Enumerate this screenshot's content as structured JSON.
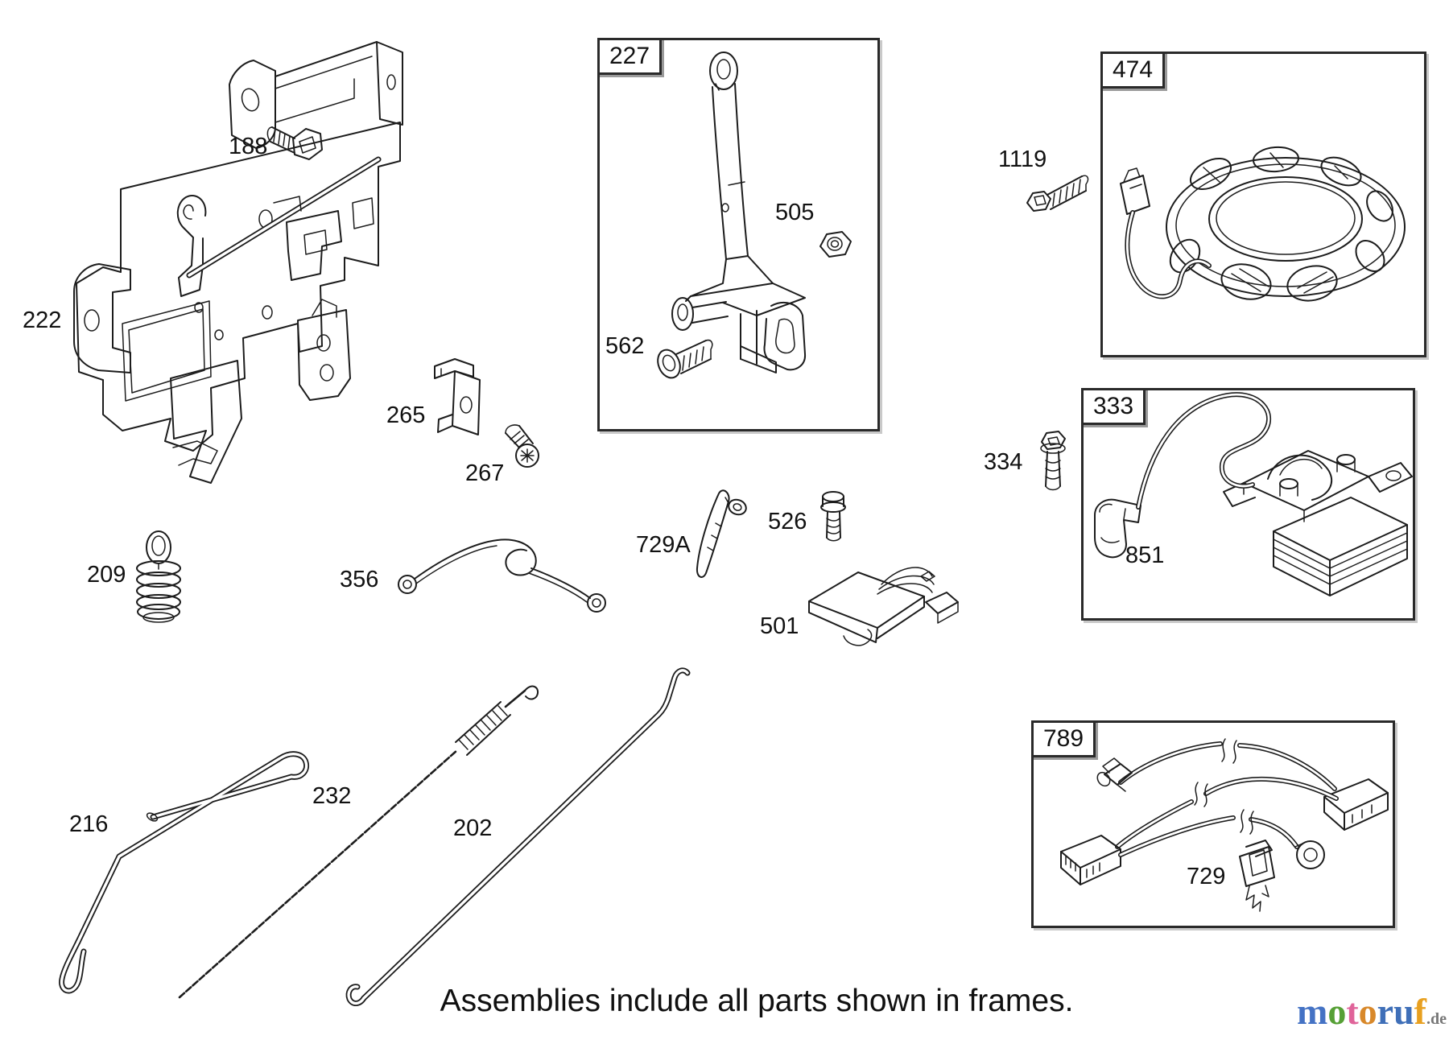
{
  "frames": {
    "f227": "227",
    "f474": "474",
    "f333": "333",
    "f789": "789"
  },
  "parts": {
    "p188": "188",
    "p222": "222",
    "p562": "562",
    "p505": "505",
    "p1119": "1119",
    "p334": "334",
    "p851": "851",
    "p265": "265",
    "p267": "267",
    "p209": "209",
    "p356": "356",
    "p729a": "729A",
    "p526": "526",
    "p501": "501",
    "p216": "216",
    "p232": "232",
    "p202": "202",
    "p729": "729"
  },
  "note": "Assemblies include all parts shown in frames.",
  "logo": {
    "letters": [
      {
        "char": "m",
        "color": "#4472c4"
      },
      {
        "char": "o",
        "color": "#56a036"
      },
      {
        "char": "t",
        "color": "#e0649a"
      },
      {
        "char": "o",
        "color": "#d8882a"
      },
      {
        "char": "r",
        "color": "#3f6fb8"
      },
      {
        "char": "u",
        "color": "#3f6fb8"
      },
      {
        "char": "f",
        "color": "#e8a020"
      }
    ],
    "suffix": ".de"
  },
  "colors": {
    "line": "#1c1c1c",
    "frame_shadow": "#9a9a9a",
    "background": "#ffffff"
  }
}
